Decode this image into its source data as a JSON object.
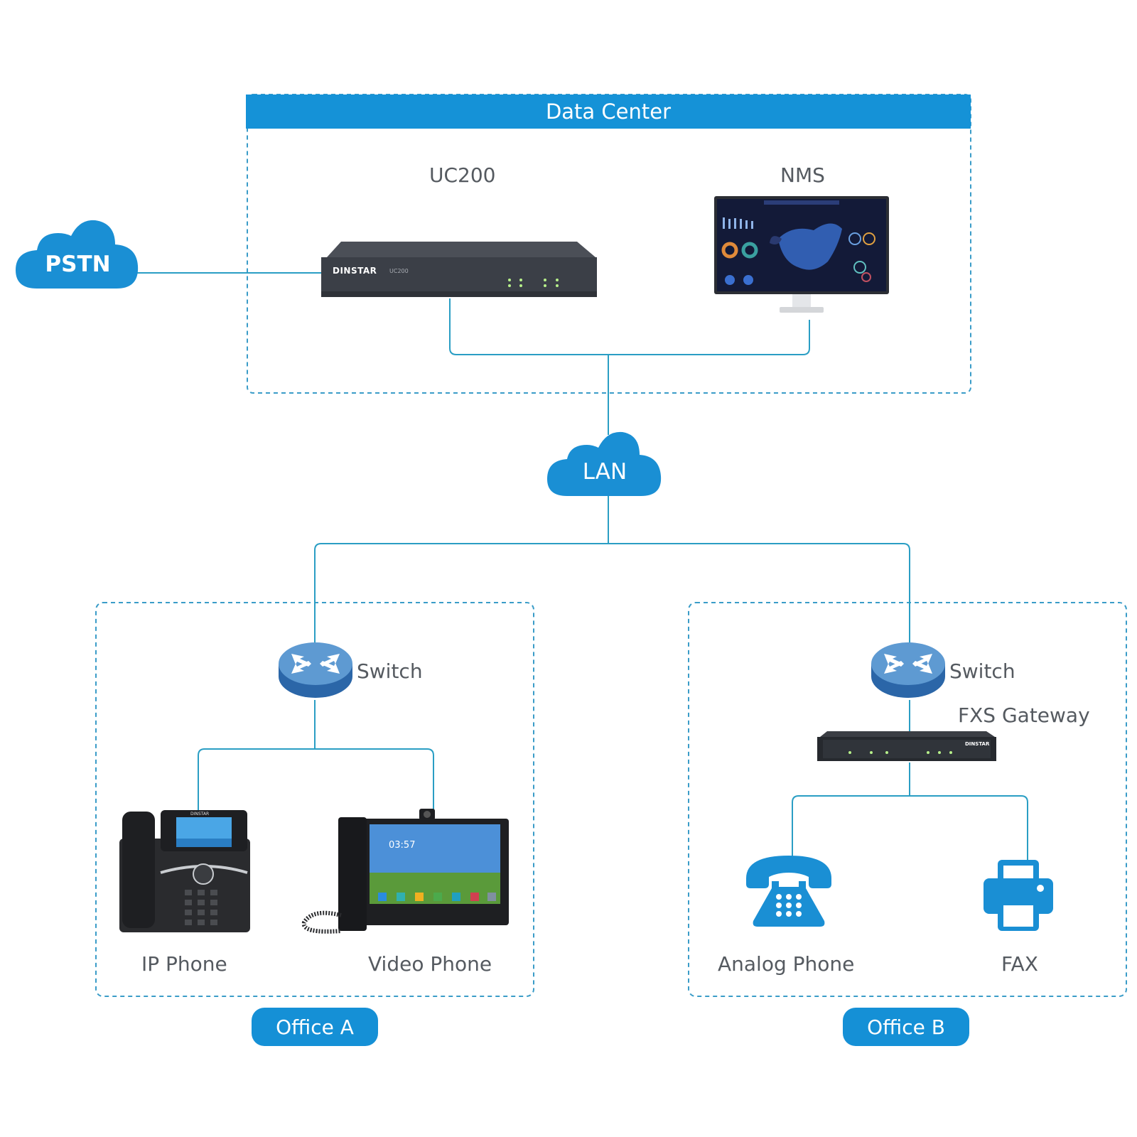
{
  "colors": {
    "brand_blue": "#1592d7",
    "cloud_blue": "#1a8fd4",
    "wire": "#2a9ec4",
    "label_gray": "#555a60",
    "dashed_border": "#3a9cc8"
  },
  "data_center": {
    "title": "Data Center",
    "uc200": {
      "label": "UC200",
      "device_brand": "DINSTAR",
      "device_model": "UC200"
    },
    "nms": {
      "label": "NMS"
    }
  },
  "pstn": {
    "label": "PSTN"
  },
  "lan": {
    "label": "LAN"
  },
  "office_a": {
    "badge": "Office A",
    "switch_label": "Switch",
    "devices": [
      {
        "label": "IP Phone",
        "icon": "ip-phone-icon"
      },
      {
        "label": "Video Phone",
        "icon": "video-phone-icon",
        "screen_time": "03:57"
      }
    ]
  },
  "office_b": {
    "badge": "Office B",
    "switch_label": "Switch",
    "gateway_label": "FXS Gateway",
    "gateway_brand": "DINSTAR",
    "devices": [
      {
        "label": "Analog Phone",
        "icon": "analog-phone-icon"
      },
      {
        "label": "FAX",
        "icon": "fax-icon"
      }
    ]
  },
  "ip_phone_brand": "DINSTAR"
}
